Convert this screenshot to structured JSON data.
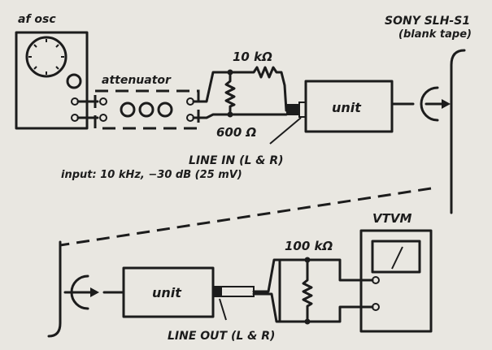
{
  "labels": {
    "af_osc": "af osc",
    "attenuator": "attenuator",
    "r1": "10 kΩ",
    "r2": "600 Ω",
    "tape_model": "SONY SLH-S1",
    "tape_note": "(blank tape)",
    "unit_rec": "unit",
    "line_in": "LINE IN (L & R)",
    "input_spec": "input: 10 kHz, −30 dB (25 mV)",
    "vtvm": "VTVM",
    "r3": "100 kΩ",
    "unit_play": "unit",
    "line_out": "LINE OUT (L & R)"
  }
}
